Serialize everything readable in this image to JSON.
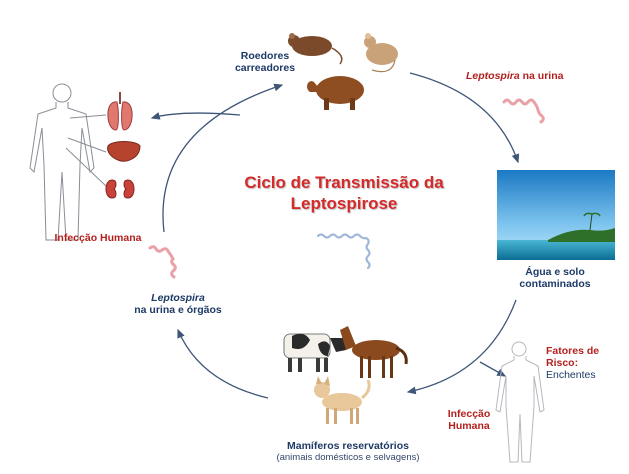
{
  "title": {
    "line1": "Ciclo de Transmissão da",
    "line2": "Leptospirose"
  },
  "labels": {
    "rodents": [
      "Roedores",
      "carreadores"
    ],
    "urine_top": {
      "organism": "Leptospira",
      "rest": " na urina"
    },
    "water": [
      "Água e solo",
      "contaminados"
    ],
    "risk": {
      "heading1": "Fatores de",
      "heading2": "Risco:",
      "value": "Enchentes"
    },
    "infection_right": [
      "Infecção",
      "Humana"
    ],
    "mammals": {
      "main": "Mamíferos reservatórios",
      "sub": "(animais domésticos e selvagens)"
    },
    "urine_left": {
      "organism": "Leptospira",
      "rest": "na urina e órgãos"
    },
    "infection_left": "Infecção Humana"
  },
  "icons": [
    "human-body-icon",
    "lungs-icon",
    "liver-icon",
    "kidney-icon",
    "rat-icon",
    "mouse-icon",
    "capybara-icon",
    "cow-icon",
    "horse-icon",
    "dog-icon",
    "water-landscape-icon",
    "leptospira-bacterium-icon"
  ],
  "colors": {
    "title": "#d42a2a",
    "navy_label": "#1e3a66",
    "red_label": "#b3211e",
    "arrow": "#3e5678",
    "bacterium": "#e9a0a6"
  }
}
